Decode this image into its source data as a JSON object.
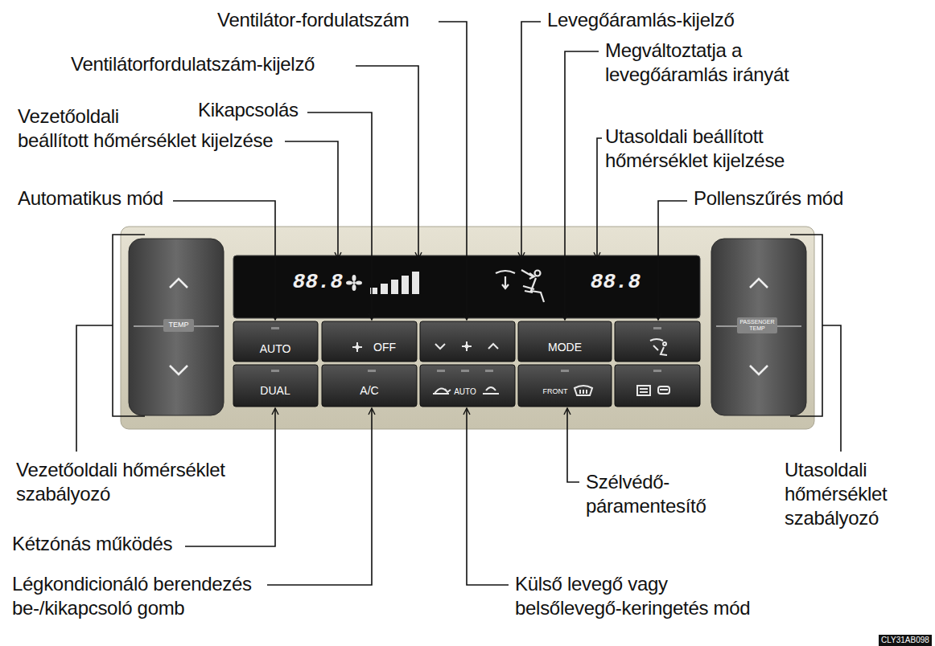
{
  "diagram": {
    "labels": [
      "Ventilátor-fordulatszám",
      "Levegőáramlás-kijelző",
      "Ventilátorfordulatszám-kijelző",
      "Megváltoztatja a levegőáramlás irányát",
      "Kikapcsolás",
      "Vezetőoldali beállított hőmérséklet kijelzése",
      "Utasoldali beállított hőmérséklet kijelzése",
      "Automatikus mód",
      "Pollenszűrés mód",
      "88.8",
      "88.8",
      "TEMP",
      "PASSENGER TEMP",
      "AUTO",
      "OFF",
      "MODE",
      "DUAL",
      "A/C",
      "AUTO",
      "FRONT",
      "Vezetőoldali hőmérséklet szabályozó",
      "Szélvédő-páramentesítő",
      "Utasoldali hőmérséklet szabályozó",
      "Kétzónás működés",
      "Légkondicionáló berendezés be-/kikapcsoló gomb",
      "Külső levegő vagy belsőlevegő-keringetés mód",
      "CLY31AB098"
    ]
  }
}
